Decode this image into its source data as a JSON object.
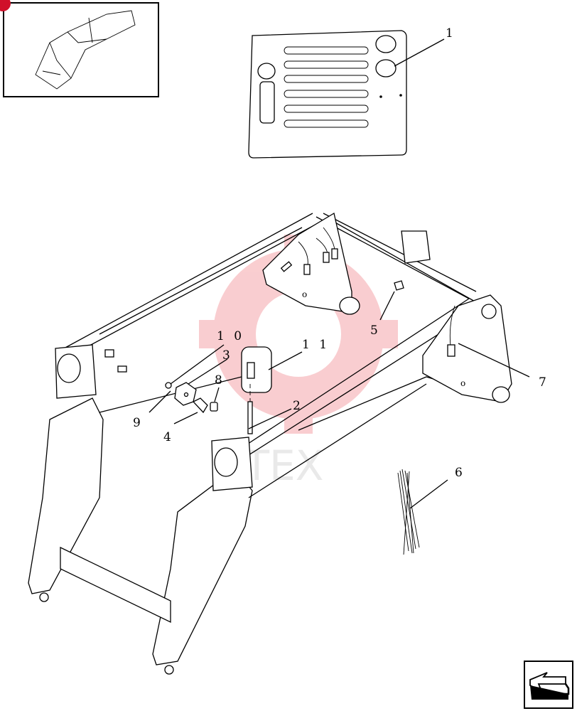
{
  "watermark": {
    "text": "HTEX",
    "color": "#f5a6aa"
  },
  "callouts": [
    {
      "label": "1"
    },
    {
      "label": "2"
    },
    {
      "label": "3"
    },
    {
      "label": "4"
    },
    {
      "label": "5"
    },
    {
      "label": "6"
    },
    {
      "label": "7"
    },
    {
      "label": "8"
    },
    {
      "label": "9"
    },
    {
      "label": "1 0"
    },
    {
      "label": "1 1"
    }
  ],
  "icons": {
    "thumbnail": "loader-frame-thumbnail-icon",
    "nav": "next-page-arrow-icon",
    "badge": "red-badge-icon"
  },
  "colors": {
    "badge": "#d0102a",
    "line": "#000000"
  }
}
